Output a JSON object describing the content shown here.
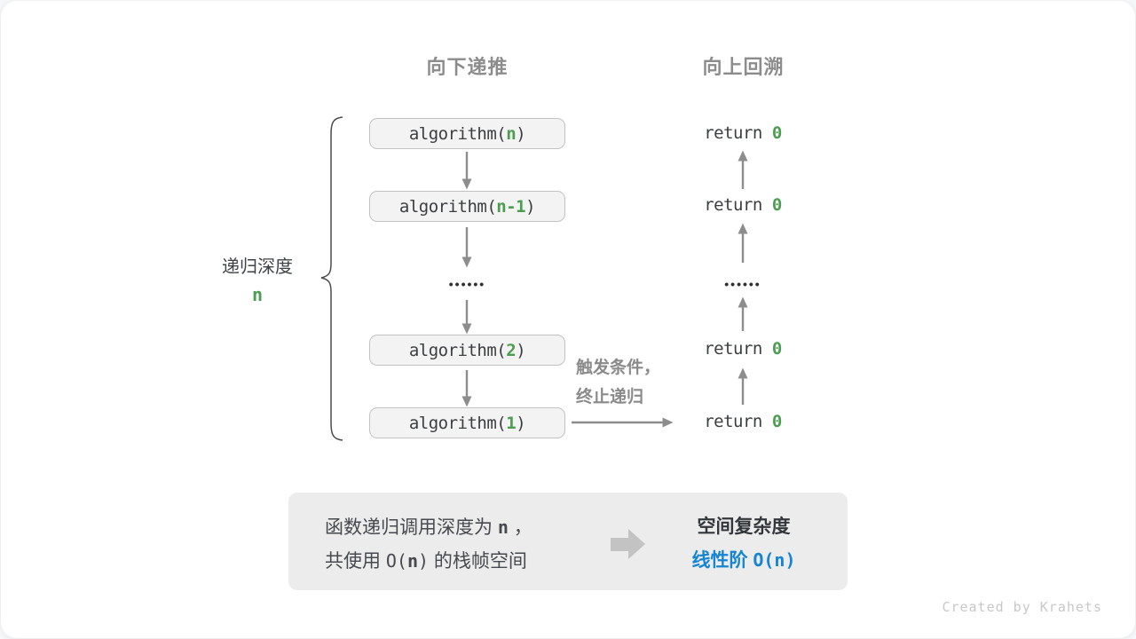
{
  "colors": {
    "green": "#4b9e4f",
    "blue": "#1585d3",
    "arrow_grey": "#8d8d8d",
    "box_fill": "#f3f3f3",
    "panel_fill": "#ececec"
  },
  "headers": {
    "down": "向下递推",
    "up": "向上回溯"
  },
  "depth_label": {
    "text": "递归深度",
    "var": "n"
  },
  "call_stack": {
    "boxes": [
      {
        "pre": "algorithm(",
        "arg": "n",
        "post": ")"
      },
      {
        "pre": "algorithm(",
        "arg": "n-1",
        "post": ")"
      },
      {
        "pre": "algorithm(",
        "arg": "2",
        "post": ")"
      },
      {
        "pre": "algorithm(",
        "arg": "1",
        "post": ")"
      }
    ],
    "ellipsis": "••••••"
  },
  "returns": {
    "items": [
      {
        "pre": "return ",
        "val": "0"
      },
      {
        "pre": "return ",
        "val": "0"
      },
      {
        "pre": "return ",
        "val": "0"
      },
      {
        "pre": "return ",
        "val": "0"
      }
    ],
    "ellipsis": "••••••"
  },
  "base_case_note": {
    "line1": "触发条件，",
    "line2": "终止递归"
  },
  "summary": {
    "left_line1": {
      "t1": "函数递归调用深度为 ",
      "n": "n",
      "t2": " ，"
    },
    "left_line2": {
      "t1": "共使用 ",
      "o": "O(",
      "n": "n",
      "c": ")",
      "t2": " 的栈帧空间"
    },
    "right_title": "空间复杂度",
    "right_result_text": "线性阶 ",
    "right_result_code": "O(n)"
  },
  "credit": "Created by Krahets"
}
